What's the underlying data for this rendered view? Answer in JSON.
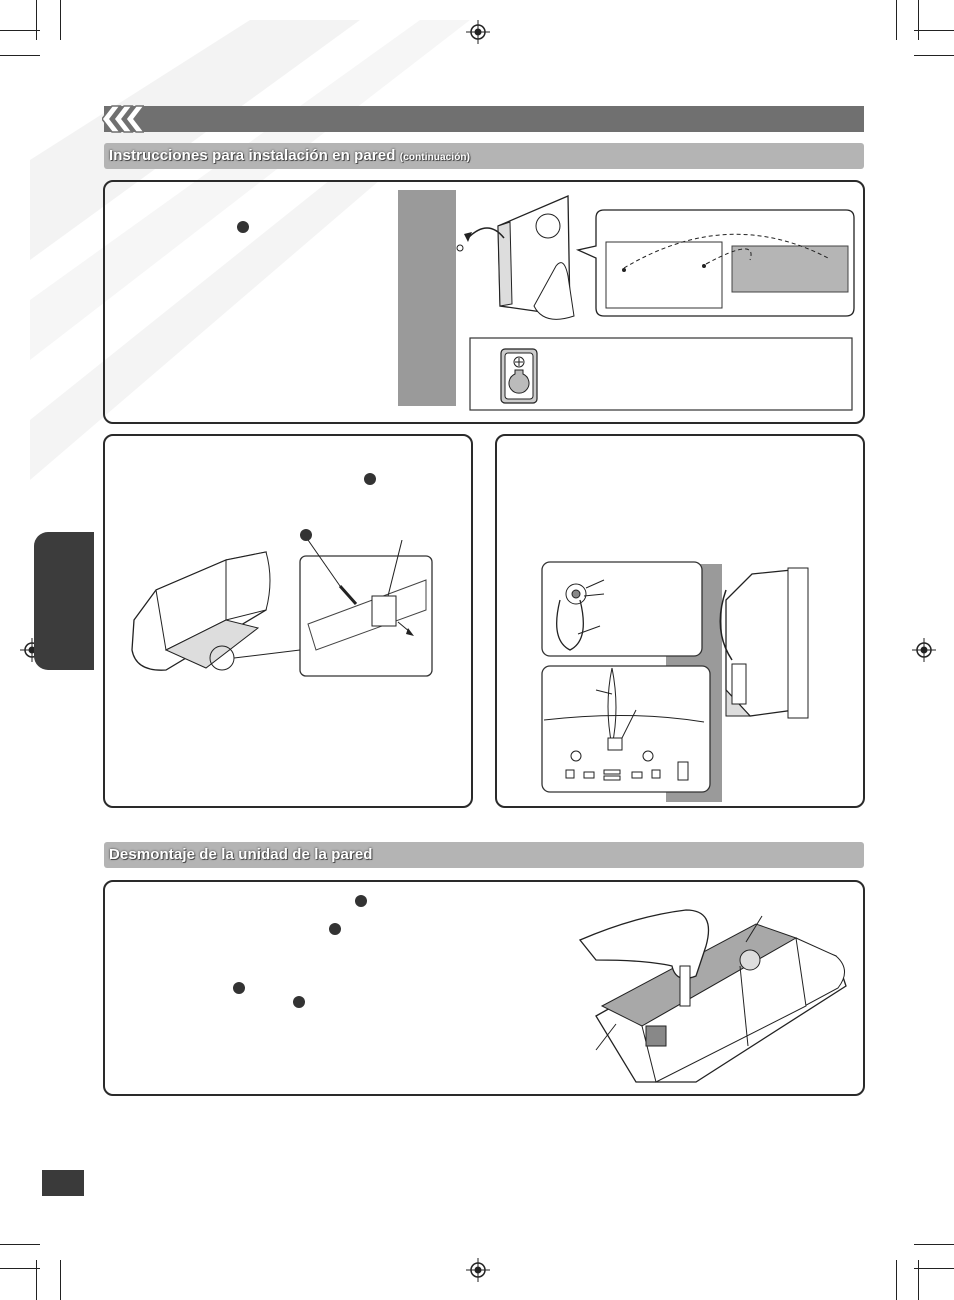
{
  "header": {
    "section1_title": "Instrucciones para instalación en pared",
    "section1_note": "(continuación)",
    "section2_title": "Desmontaje de la unidad de la pared"
  },
  "colors": {
    "top_bar": "#707070",
    "section_bar": "#b4b4b4",
    "side_tab": "#3c3c3c",
    "outline": "#2a2a2a"
  },
  "icons": [
    "registration-mark-icon",
    "chevron-icon",
    "keyhole-slot-icon",
    "step-bullet-icon"
  ]
}
